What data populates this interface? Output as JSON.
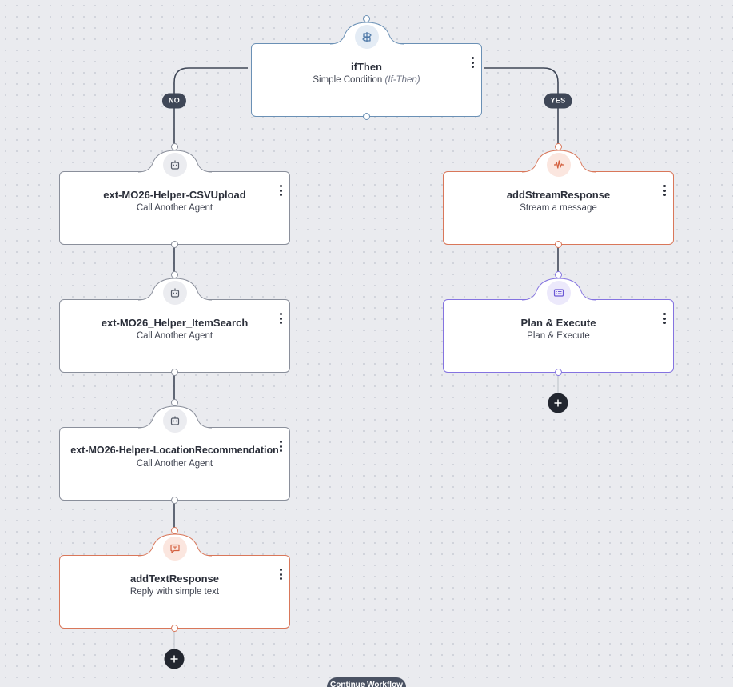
{
  "colors": {
    "condition": "#6a90b5",
    "agent": "#8a8f9b",
    "stream": "#d9775a",
    "plan": "#8473e0",
    "text_response": "#d9775a",
    "edge": "#3f4757"
  },
  "nodes": {
    "ifthen": {
      "title": "ifThen",
      "subtitle": "Simple Condition",
      "subtitle_hint": "(If-Then)",
      "icon": "signpost-icon"
    },
    "csv_upload": {
      "title": "ext-MO26-Helper-CSVUpload",
      "subtitle": "Call Another Agent",
      "icon": "robot-icon"
    },
    "item_search": {
      "title": "ext-MO26_Helper_ItemSearch",
      "subtitle": "Call Another Agent",
      "icon": "robot-icon"
    },
    "location_rec": {
      "title": "ext-MO26-Helper-LocationRecommendation",
      "subtitle": "Call Another Agent",
      "icon": "robot-icon"
    },
    "text_response": {
      "title": "addTextResponse",
      "subtitle": "Reply with simple text",
      "icon": "chat-bubble-icon"
    },
    "stream_response": {
      "title": "addStreamResponse",
      "subtitle": "Stream a message",
      "icon": "waveform-icon"
    },
    "plan_execute": {
      "title": "Plan & Execute",
      "subtitle": "Plan & Execute",
      "icon": "plan-list-icon"
    }
  },
  "branches": {
    "no": "NO",
    "yes": "YES"
  },
  "footer": {
    "continue_label": "Continue Workflow"
  }
}
